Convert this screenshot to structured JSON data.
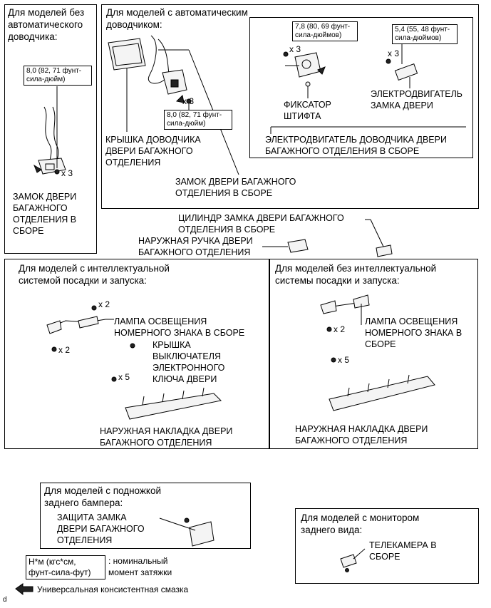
{
  "sections": {
    "no_auto_closer": {
      "title": "Для моделей без\nавтоматического\nдоводчика:",
      "torque": "8,0 (82, 71 фунт-\nсила-дюйм)",
      "qty": "x 3",
      "label_lock": "ЗАМОК ДВЕРИ\nБАГАЖНОГО\nОТДЕЛЕНИЯ В\nСБОРЕ"
    },
    "auto_closer": {
      "title": "Для моделей с автоматическим\nдоводчиком:",
      "torque_lock": "8,0 (82, 71 фунт-\nсила-дюйм)",
      "qty_lock": "x 3",
      "label_cover": "КРЫШКА ДОВОДЧИКА\nДВЕРИ БАГАЖНОГО\nОТДЕЛЕНИЯ",
      "label_lock": "ЗАМОК ДВЕРИ БАГАЖНОГО\nОТДЕЛЕНИЯ В СБОРЕ",
      "inner": {
        "torque_pin": "7,8 (80, 69 фунт-\nсила-дюймов)",
        "qty_pin": "x 3",
        "torque_motor": "5,4 (55, 48 фунт-\nсила-дюймов)",
        "qty_motor": "x 3",
        "label_pin": "ФИКСАТОР\nШТИФТА",
        "label_motor": "ЭЛЕКТРОДВИГАТЕЛЬ\nЗАМКА ДВЕРИ",
        "label_assembly": "ЭЛЕКТРОДВИГАТЕЛЬ ДОВОДЧИКА ДВЕРИ\nБАГАЖНОГО ОТДЕЛЕНИЯ В СБОРЕ"
      }
    },
    "middle": {
      "label_cylinder": "ЦИЛИНДР ЗАМКА ДВЕРИ БАГАЖНОГО\nОТДЕЛЕНИЯ В СБОРЕ",
      "label_handle": "НАРУЖНАЯ РУЧКА ДВЕРИ\nБАГАЖНОГО ОТДЕЛЕНИЯ"
    },
    "smart": {
      "title": "Для моделей с интеллектуальной\nсистемой посадки и запуска:",
      "qty_top": "x 2",
      "qty_bottom": "x 2",
      "qty_garnish": "x 5",
      "label_lamp": "ЛАМПА ОСВЕЩЕНИЯ\nНОМЕРНОГО ЗНАКА В СБОРЕ",
      "label_switch_cover": "КРЫШКА\nВЫКЛЮЧАТЕЛЯ\nЭЛЕКТРОННОГО\nКЛЮЧА ДВЕРИ",
      "label_garnish": "НАРУЖНАЯ НАКЛАДКА ДВЕРИ\nБАГАЖНОГО ОТДЕЛЕНИЯ"
    },
    "no_smart": {
      "title": "Для моделей без интеллектуальной\nсистемы посадки и запуска:",
      "qty_lamp": "x 2",
      "qty_garnish": "x 5",
      "label_lamp": "ЛАМПА ОСВЕЩЕНИЯ\nНОМЕРНОГО ЗНАКА В\nСБОРЕ",
      "label_garnish": "НАРУЖНАЯ НАКЛАДКА ДВЕРИ\nБАГАЖНОГО ОТДЕЛЕНИЯ"
    },
    "step": {
      "title": "Для моделей с подножкой\nзаднего бампера:",
      "label_protector": "ЗАЩИТА ЗАМКА\nДВЕРИ БАГАЖНОГО\nОТДЕЛЕНИЯ"
    },
    "rear_view": {
      "title": "Для моделей с монитором\nзаднего вида:",
      "label_camera": "ТЕЛЕКАМЕРА В\nСБОРЕ"
    }
  },
  "legend": {
    "torque_unit": "Н*м (кгс*см,\nфунт-сила-фут)",
    "torque_desc": ": номинальный\nмомент затяжки",
    "grease": "Универсальная консистентная смазка"
  },
  "footer_code": "d"
}
